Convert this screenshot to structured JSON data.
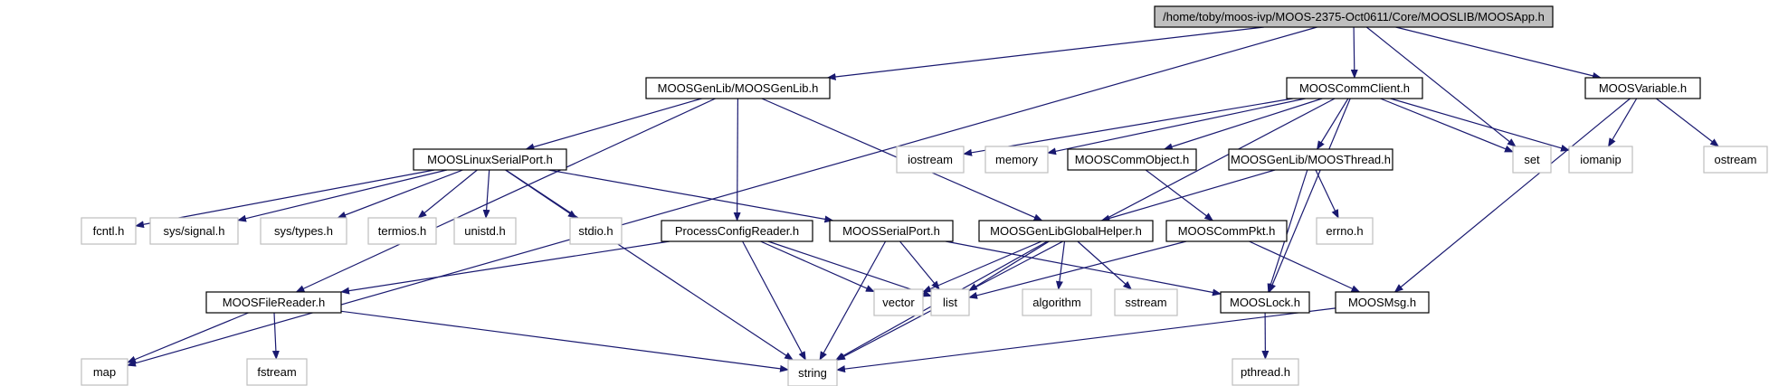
{
  "nodes": [
    {
      "id": "root",
      "label": "/home/toby/moos-ivp/MOOS-2375-Oct0611/Core/MOOSLIB/MOOSApp.h",
      "kind": "root"
    },
    {
      "id": "genlib",
      "label": "MOOSGenLib/MOOSGenLib.h",
      "kind": "doc"
    },
    {
      "id": "commclient",
      "label": "MOOSCommClient.h",
      "kind": "doc"
    },
    {
      "id": "variable",
      "label": "MOOSVariable.h",
      "kind": "doc"
    },
    {
      "id": "linuxserial",
      "label": "MOOSLinuxSerialPort.h",
      "kind": "doc"
    },
    {
      "id": "iostream",
      "label": "iostream",
      "kind": "sys"
    },
    {
      "id": "memory",
      "label": "memory",
      "kind": "sys"
    },
    {
      "id": "commobject",
      "label": "MOOSCommObject.h",
      "kind": "doc"
    },
    {
      "id": "thread",
      "label": "MOOSGenLib/MOOSThread.h",
      "kind": "doc"
    },
    {
      "id": "set",
      "label": "set",
      "kind": "sys"
    },
    {
      "id": "iomanip",
      "label": "iomanip",
      "kind": "sys"
    },
    {
      "id": "ostream",
      "label": "ostream",
      "kind": "sys"
    },
    {
      "id": "fcntl",
      "label": "fcntl.h",
      "kind": "sys"
    },
    {
      "id": "signal",
      "label": "sys/signal.h",
      "kind": "sys"
    },
    {
      "id": "systypes",
      "label": "sys/types.h",
      "kind": "sys"
    },
    {
      "id": "termios",
      "label": "termios.h",
      "kind": "sys"
    },
    {
      "id": "unistd",
      "label": "unistd.h",
      "kind": "sys"
    },
    {
      "id": "stdio",
      "label": "stdio.h",
      "kind": "sys"
    },
    {
      "id": "processconfig",
      "label": "ProcessConfigReader.h",
      "kind": "doc"
    },
    {
      "id": "serialport",
      "label": "MOOSSerialPort.h",
      "kind": "doc"
    },
    {
      "id": "globalhelper",
      "label": "MOOSGenLibGlobalHelper.h",
      "kind": "doc"
    },
    {
      "id": "commpkt",
      "label": "MOOSCommPkt.h",
      "kind": "doc"
    },
    {
      "id": "errno",
      "label": "errno.h",
      "kind": "sys"
    },
    {
      "id": "filereader",
      "label": "MOOSFileReader.h",
      "kind": "doc"
    },
    {
      "id": "vector",
      "label": "vector",
      "kind": "sys"
    },
    {
      "id": "list",
      "label": "list",
      "kind": "sys"
    },
    {
      "id": "algorithm",
      "label": "algorithm",
      "kind": "sys"
    },
    {
      "id": "sstream",
      "label": "sstream",
      "kind": "sys"
    },
    {
      "id": "lock",
      "label": "MOOSLock.h",
      "kind": "doc"
    },
    {
      "id": "msg",
      "label": "MOOSMsg.h",
      "kind": "doc"
    },
    {
      "id": "map",
      "label": "map",
      "kind": "sys"
    },
    {
      "id": "fstream",
      "label": "fstream",
      "kind": "sys"
    },
    {
      "id": "string",
      "label": "string",
      "kind": "sys"
    },
    {
      "id": "pthread",
      "label": "pthread.h",
      "kind": "sys"
    }
  ],
  "edges": [
    [
      "root",
      "map"
    ],
    [
      "root",
      "genlib"
    ],
    [
      "root",
      "commclient"
    ],
    [
      "root",
      "set"
    ],
    [
      "root",
      "variable"
    ],
    [
      "genlib",
      "linuxserial"
    ],
    [
      "genlib",
      "processconfig"
    ],
    [
      "genlib",
      "globalhelper"
    ],
    [
      "genlib",
      "filereader"
    ],
    [
      "commclient",
      "iostream"
    ],
    [
      "commclient",
      "memory"
    ],
    [
      "commclient",
      "commobject"
    ],
    [
      "commclient",
      "thread"
    ],
    [
      "commclient",
      "set"
    ],
    [
      "commclient",
      "iomanip"
    ],
    [
      "commclient",
      "lock"
    ],
    [
      "commclient",
      "string"
    ],
    [
      "variable",
      "iomanip"
    ],
    [
      "variable",
      "ostream"
    ],
    [
      "variable",
      "msg"
    ],
    [
      "linuxserial",
      "fcntl"
    ],
    [
      "linuxserial",
      "signal"
    ],
    [
      "linuxserial",
      "systypes"
    ],
    [
      "linuxserial",
      "termios"
    ],
    [
      "linuxserial",
      "unistd"
    ],
    [
      "linuxserial",
      "stdio"
    ],
    [
      "linuxserial",
      "serialport"
    ],
    [
      "linuxserial",
      "string"
    ],
    [
      "commobject",
      "commpkt"
    ],
    [
      "thread",
      "globalhelper"
    ],
    [
      "thread",
      "errno"
    ],
    [
      "thread",
      "lock"
    ],
    [
      "processconfig",
      "filereader"
    ],
    [
      "processconfig",
      "vector"
    ],
    [
      "processconfig",
      "list"
    ],
    [
      "processconfig",
      "string"
    ],
    [
      "serialport",
      "list"
    ],
    [
      "serialport",
      "string"
    ],
    [
      "serialport",
      "lock"
    ],
    [
      "globalhelper",
      "vector"
    ],
    [
      "globalhelper",
      "list"
    ],
    [
      "globalhelper",
      "algorithm"
    ],
    [
      "globalhelper",
      "sstream"
    ],
    [
      "globalhelper",
      "string"
    ],
    [
      "commpkt",
      "list"
    ],
    [
      "commpkt",
      "msg"
    ],
    [
      "filereader",
      "map"
    ],
    [
      "filereader",
      "fstream"
    ],
    [
      "filereader",
      "string"
    ],
    [
      "lock",
      "pthread"
    ],
    [
      "msg",
      "string"
    ]
  ]
}
